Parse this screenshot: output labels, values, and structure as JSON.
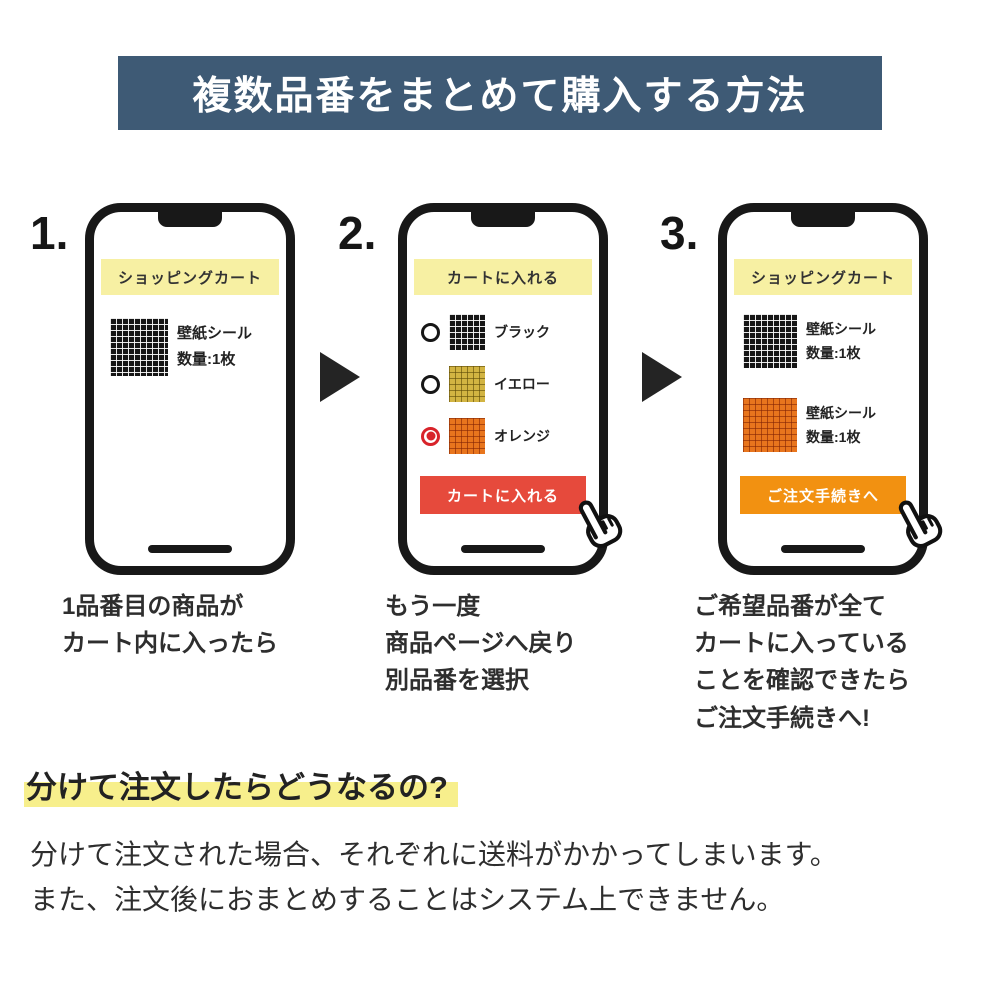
{
  "banner": {
    "title": "複数品番をまとめて購入する方法"
  },
  "steps": [
    {
      "number": "1.",
      "phone": {
        "header": "ショッピングカート",
        "items": [
          {
            "swatch": "black-grid",
            "name": "壁紙シール",
            "qty": "数量:1枚"
          }
        ]
      },
      "caption": "1品番目の商品が\nカート内に入ったら"
    },
    {
      "number": "2.",
      "phone": {
        "header": "カートに入れる",
        "options": [
          {
            "swatch": "black-grid",
            "label": "ブラック",
            "selected": false
          },
          {
            "swatch": "yellow-grid",
            "label": "イエロー",
            "selected": false
          },
          {
            "swatch": "orange-grid",
            "label": "オレンジ",
            "selected": true
          }
        ],
        "button": "カートに入れる"
      },
      "caption": "もう一度\n商品ページへ戻り\n別品番を選択"
    },
    {
      "number": "3.",
      "phone": {
        "header": "ショッピングカート",
        "items": [
          {
            "swatch": "black-grid",
            "name": "壁紙シール",
            "qty": "数量:1枚"
          },
          {
            "swatch": "orange-grid",
            "name": "壁紙シール",
            "qty": "数量:1枚"
          }
        ],
        "button": "ご注文手続きへ"
      },
      "caption": "ご希望品番が全て\nカートに入っている\nことを確認できたら\nご注文手続きへ!"
    }
  ],
  "note": {
    "heading": "分けて注文したらどうなるの?",
    "body": "分けて注文された場合、それぞれに送料がかかってしまいます。\nまた、注文後におまとめすることはシステム上できません。"
  },
  "icons": {
    "arrow-right-icon": "solid right-pointing triangle",
    "hand-cursor-icon": "white pointing hand with black outline"
  },
  "colors": {
    "banner_bg": "#3e5a75",
    "phone_header_bg": "#f7f0a3",
    "add_to_cart_button": "#e64a3c",
    "checkout_button": "#f29111",
    "radio_selected": "#d8232a",
    "highlight": "#f7ef8c",
    "swatch_black": "#161616",
    "swatch_yellow": "#d2b442",
    "swatch_orange": "#e8751d"
  }
}
